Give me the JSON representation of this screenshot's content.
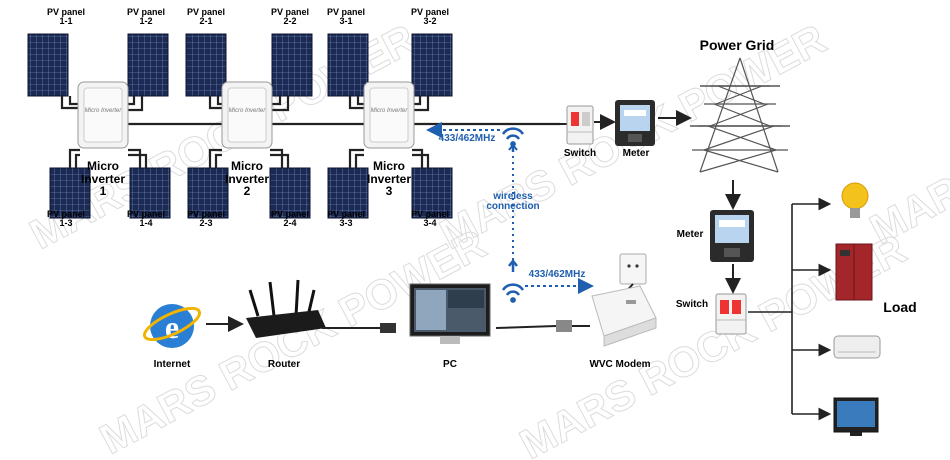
{
  "pv_panels": [
    {
      "label": "PV panel",
      "id": "1-1"
    },
    {
      "label": "PV panel",
      "id": "1-2"
    },
    {
      "label": "PV panel",
      "id": "1-3"
    },
    {
      "label": "PV panel",
      "id": "1-4"
    },
    {
      "label": "PV panel",
      "id": "2-1"
    },
    {
      "label": "PV panel",
      "id": "2-2"
    },
    {
      "label": "PV panel",
      "id": "2-3"
    },
    {
      "label": "PV panel",
      "id": "2-4"
    },
    {
      "label": "PV panel",
      "id": "3-1"
    },
    {
      "label": "PV panel",
      "id": "3-2"
    },
    {
      "label": "PV panel",
      "id": "3-3"
    },
    {
      "label": "PV panel",
      "id": "3-4"
    }
  ],
  "inverters": [
    {
      "line1": "Micro",
      "line2": "Inverter",
      "num": "1",
      "body_text": "Micro Inverter"
    },
    {
      "line1": "Micro",
      "line2": "Inverter",
      "num": "2",
      "body_text": "Micro Inverter"
    },
    {
      "line1": "Micro",
      "line2": "Inverter",
      "num": "3",
      "body_text": "Micro Inverter"
    }
  ],
  "labels": {
    "freq_top": "433/462MHz",
    "wireless_1": "wireless",
    "wireless_2": "connection",
    "freq_bottom": "433/462MHz",
    "switch_top": "Switch",
    "meter_top": "Meter",
    "power_grid": "Power Grid",
    "meter_right": "Meter",
    "switch_right": "Switch",
    "load": "Load",
    "internet": "Internet",
    "router": "Router",
    "pc": "PC",
    "modem": "WVC Modem"
  },
  "watermark": "MARS ROCK POWER",
  "colors": {
    "panel_blue": "#1a2a55",
    "wireless_blue": "#1f5fb0",
    "line": "#222222"
  }
}
